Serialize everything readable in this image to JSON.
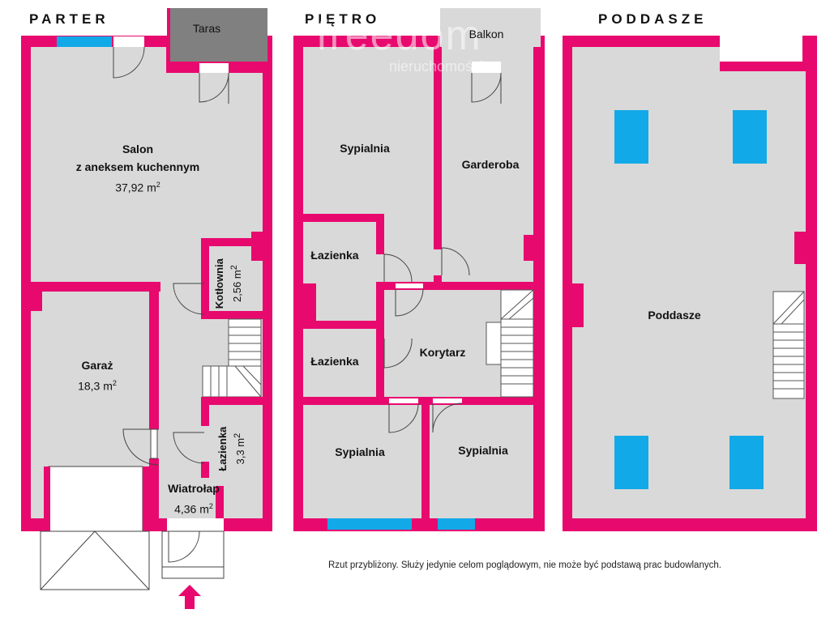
{
  "floors": {
    "parter": "PARTER",
    "pietro": "PIĘTRO",
    "poddasze": "PODDASZE"
  },
  "rooms": {
    "taras": "Taras",
    "salon_name_1": "Salon",
    "salon_name_2": "z aneksem kuchennym",
    "salon_area": "37,92 m",
    "kotlownia_name": "Kotłownia",
    "kotlownia_area": "2,56 m",
    "garaz_name": "Garaż",
    "garaz_area": "18,3 m",
    "lazienka_parter_name": "Łazienka",
    "lazienka_parter_area": "3,3 m",
    "wiatrolap_name": "Wiatrołap",
    "wiatrolap_area": "4,36 m",
    "balkon": "Balkon",
    "sypialnia_1": "Sypialnia",
    "garderoba": "Garderoba",
    "lazienka_1": "Łazienka",
    "lazienka_2": "Łazienka",
    "korytarz": "Korytarz",
    "sypialnia_2": "Sypialnia",
    "sypialnia_3": "Sypialnia",
    "poddasze": "Poddasze",
    "sq": "2"
  },
  "watermark": {
    "brand": "freedom",
    "sub": "nieruchomości"
  },
  "note": "Rzut przybliżony. Służy jedynie celom poglądowym, nie może być podstawą prac budowlanych.",
  "colors": {
    "wall": "#e8096e",
    "floor": "#d9d9d9",
    "window": "#12a9e8",
    "terrace": "#808080"
  }
}
